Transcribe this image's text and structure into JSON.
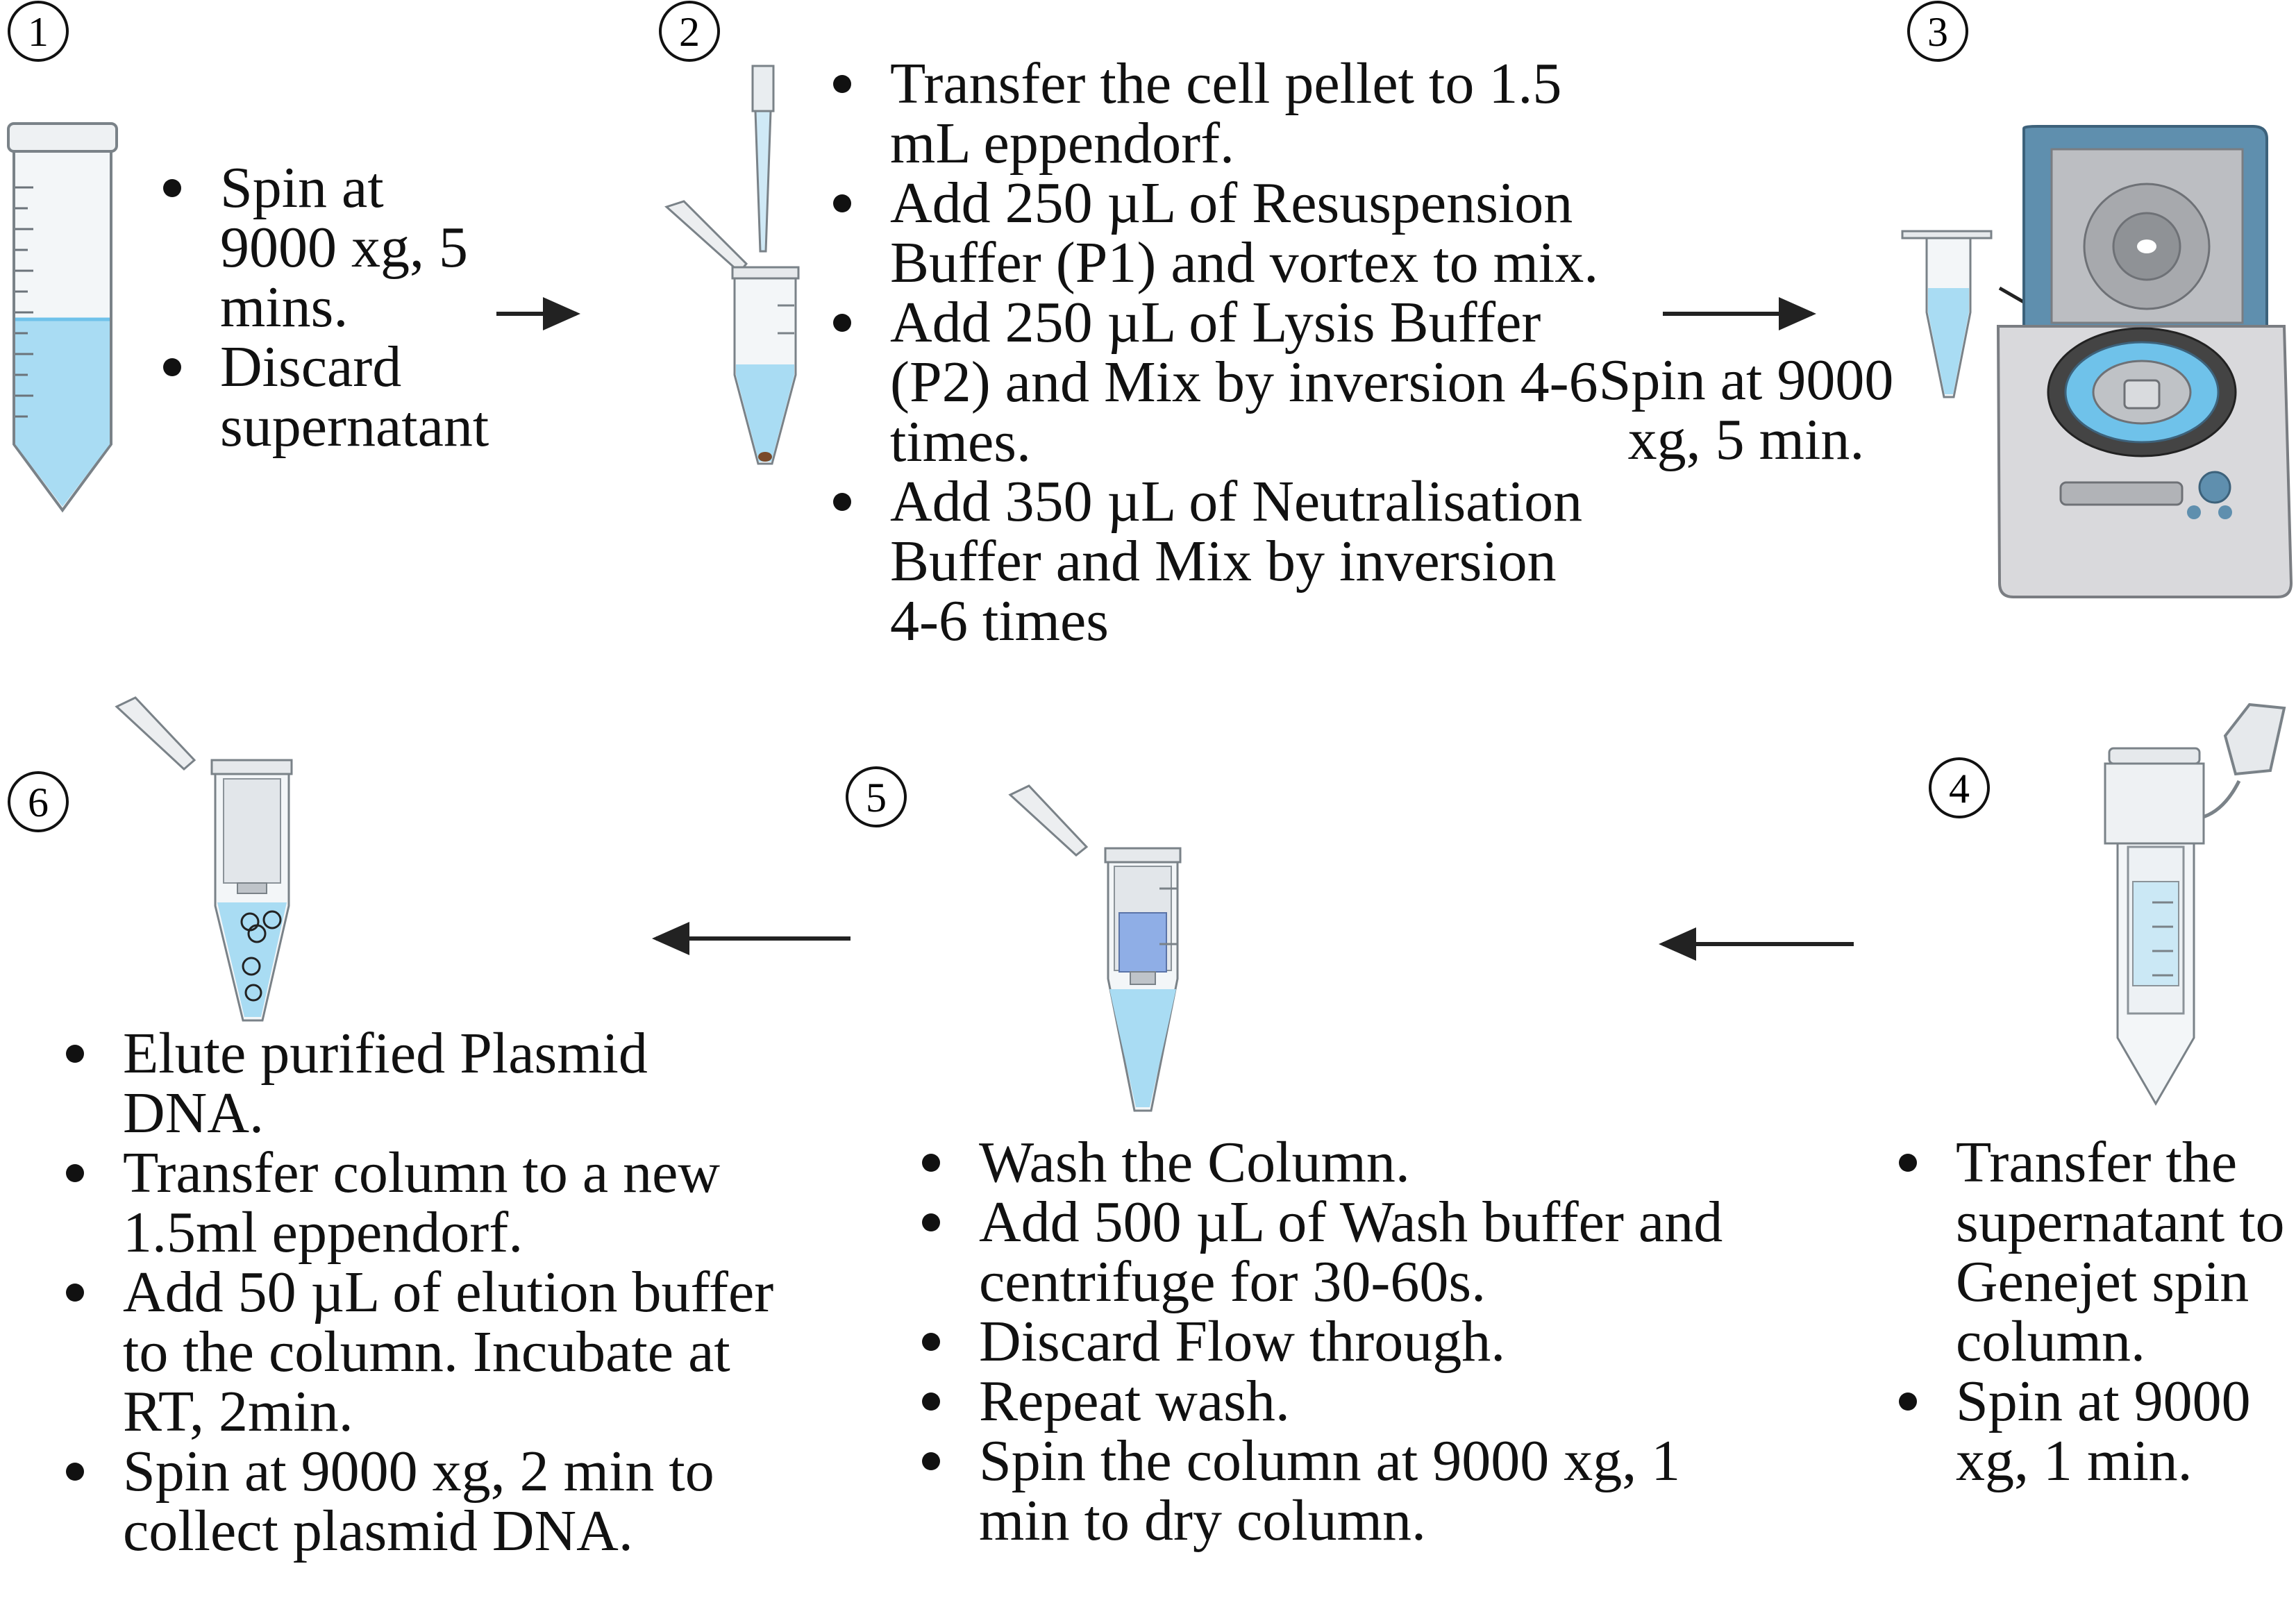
{
  "steps": [
    {
      "number": "1",
      "bullets": [
        "Spin at 9000 xg, 5 mins.",
        "Discard supernatant"
      ]
    },
    {
      "number": "2",
      "bullets": [
        "Transfer the cell pellet to 1.5 mL eppendorf.",
        "Add 250 µL of Resuspension Buffer (P1) and vortex to mix.",
        "Add 250 µL of Lysis Buffer (P2) and Mix by inversion 4-6 times.",
        "Add 350 µL of Neutralisation Buffer and Mix by inversion 4-6 times"
      ]
    },
    {
      "number": "3",
      "label": "Spin at 9000 xg, 5 min."
    },
    {
      "number": "4",
      "bullets": [
        "Transfer the supernatant to Genejet spin column.",
        "Spin at 9000 xg, 1 min."
      ]
    },
    {
      "number": "5",
      "bullets": [
        "Wash the Column.",
        "Add 500 µL of Wash buffer and centrifuge for 30-60s.",
        "Discard Flow through.",
        "Repeat wash.",
        "Spin the column at 9000 xg, 1 min to dry column."
      ]
    },
    {
      "number": "6",
      "bullets": [
        "Elute purified Plasmid DNA.",
        "Transfer column to a new 1.5ml eppendorf.",
        "Add 50 µL of elution buffer to the column. Incubate at RT, 2min.",
        "Spin at 9000 xg, 2 min to collect  plasmid DNA."
      ]
    }
  ],
  "colors": {
    "liquid": "#a9dcf3",
    "liquid_dark": "#6fc2ea",
    "centrifuge_lid": "#5f8fae",
    "body_grey": "#d9d9dc",
    "column_blue": "#8faee6"
  }
}
